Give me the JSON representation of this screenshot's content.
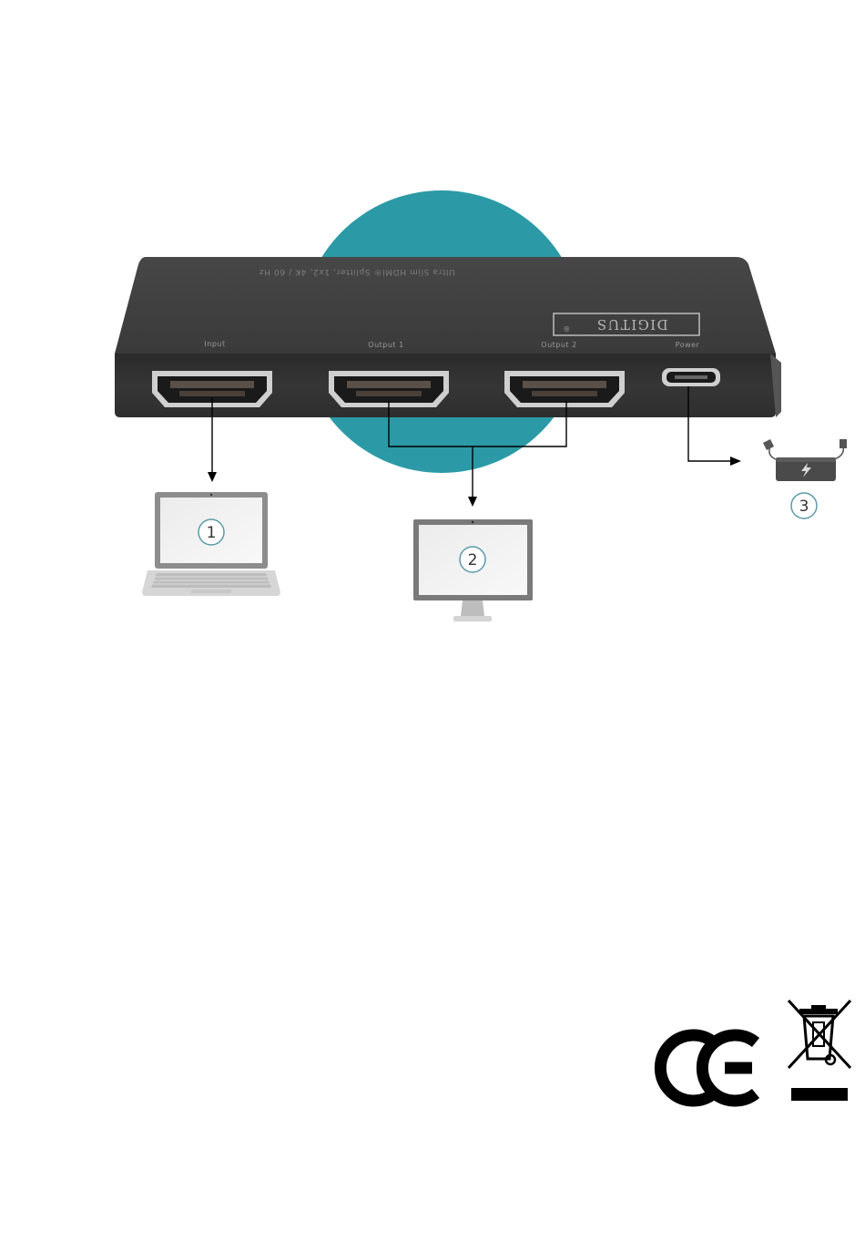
{
  "device": {
    "top_label": "Ultra Slim HDMI® Splitter, 1x2, 4K / 60 Hz",
    "brand": "DIGITUS",
    "brand_mark": "®",
    "ports": [
      {
        "label": "Input"
      },
      {
        "label": "Output 1"
      },
      {
        "label": "Output 2"
      },
      {
        "label": "Power"
      }
    ]
  },
  "devices": {
    "laptop_badge": "1",
    "monitor_badge": "2",
    "power_badge": "3"
  },
  "icons": {
    "laptop": "laptop-icon",
    "monitor": "monitor-icon",
    "power_adapter": "power-adapter-icon",
    "ce_mark": "ce-mark-icon",
    "weee": "weee-crossed-bin-icon"
  },
  "colors": {
    "accent_circle": "#2b9aa6",
    "device_body": "#3b3b3b",
    "badge_stroke": "#5a9aa8",
    "arrow": "#000000"
  }
}
